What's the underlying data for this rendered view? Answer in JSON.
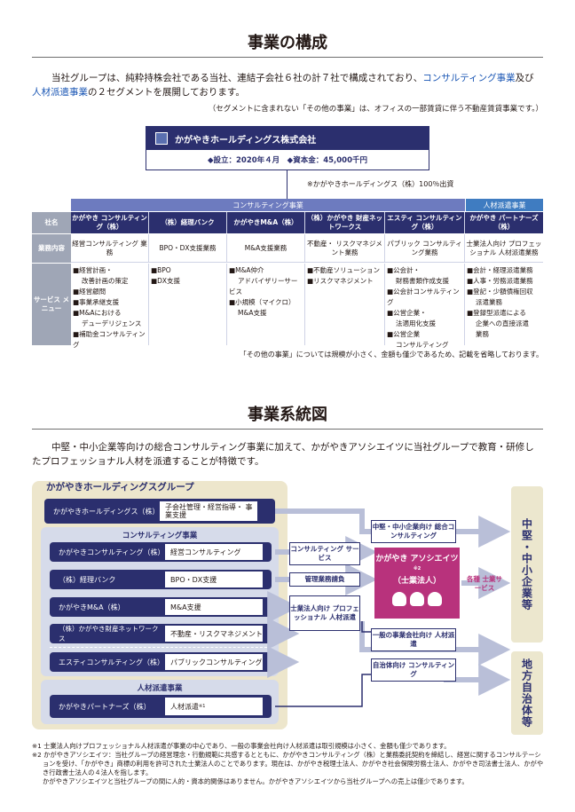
{
  "section1": {
    "title": "事業の構成",
    "intro_p1": "当社グループは、純粋持株会社である当社、連結子会社６社の計７社で構成されており、",
    "intro_hl1": "コンサルティング事業",
    "intro_mid": "及び",
    "intro_hl2": "人材派遣事業",
    "intro_end": "の２セグメントを展開しております。",
    "intro_note": "（セグメントに含まれない「その他の事業」は、オフィスの一部賃貸に伴う不動産賃貸事業です。）",
    "holding_name": "かがやきホールディングス株式会社",
    "holding_info": "◆設立：2020年４月　◆資本金：45,000千円",
    "ownership_note": "※かがやきホールディングス（株）100％出資",
    "segment_consulting": "コンサルティング事業",
    "segment_staffing": "人材派遣事業",
    "label_company": "社名",
    "label_business": "業務内容",
    "label_service": "サービス メニュー",
    "companies": [
      {
        "name": "かがやき コンサルティング（株）",
        "business": "経営コンサルティング 業務",
        "services": [
          "経営計画・",
          "*改善計画の策定",
          "経営顧問",
          "事業承継支援",
          "M&Aにおける",
          "*デューデリジェンス",
          "補助金コンサルティング"
        ]
      },
      {
        "name": "（株）経理バンク",
        "business": "BPO・DX支援業務",
        "services": [
          "BPO",
          "DX支援"
        ]
      },
      {
        "name": "かがやきM&A（株）",
        "business": "M&A支援業務",
        "services": [
          "M&A仲介",
          "*アドバイザリーサービス",
          "小規模（マイクロ）",
          "*M&A支援"
        ]
      },
      {
        "name": "（株）かがやき 財産ネットワークス",
        "business": "不動産・ リスクマネジメント業務",
        "services": [
          "不動産ソリューション",
          "リスクマネジメント"
        ]
      },
      {
        "name": "エスティ コンサルティング（株）",
        "business": "パブリック コンサルティング業務",
        "services": [
          "公会計・",
          "*財務書類作成支援",
          "公会計コンサルティング",
          "公営企業・",
          "*法適用化支援",
          "公営企業",
          "*コンサルティング"
        ]
      },
      {
        "name": "かがやき パートナーズ（株）",
        "business": "士業法人向け プロフェッショナル 人材派遣業務",
        "services": [
          "会計・経理派遣業務",
          "人事・労務派遣業務",
          "登記・少額債権回収",
          "*派遣業務",
          "登録型派遣による",
          "*企業への直接派遣",
          "*業務"
        ]
      }
    ],
    "table_note": "「その他の事業」については規模が小さく、金額も僅少であるため、記載を省略しております。"
  },
  "section2": {
    "title": "事業系統図",
    "intro": "中堅・中小企業等向けの総合コンサルティング事業に加えて、かがやきアソシエイツに当社グループで教育・研修したプロフェッショナル人材を派遣することが特徴です。",
    "group_title": "かがやきホールディングスグループ",
    "holding": {
      "name": "かがやきホールディングス（株）",
      "desc": "子会社管理・経営指導・ 事業支援"
    },
    "consulting_title": "コンサルティング事業",
    "consulting_cos": [
      {
        "name": "かがやきコンサルティング（株）",
        "desc": "経営コンサルティング"
      },
      {
        "name": "（株）経理バンク",
        "desc": "BPO・DX支援"
      },
      {
        "name": "かがやきM&A（株）",
        "desc": "M&A支援"
      },
      {
        "name": "（株）かがやき財産ネットワークス",
        "desc": "不動産・リスクマネジメント"
      },
      {
        "name": "エスティコンサルティング（株）",
        "desc": "パブリックコンサルティング"
      }
    ],
    "staffing_title": "人材派遣事業",
    "staffing_co": {
      "name": "かがやきパートナーズ（株）",
      "desc": "人材派遣",
      "sup": "※1"
    },
    "flows": {
      "sme_consulting": "中堅・中小企業向け 総合コンサルティング",
      "consulting_service": "コンサルティング サービス",
      "mgmt_fee": "管理業務請負",
      "pro_staffing": "士業法人向け プロフェッショナル 人材派遣",
      "general_staffing": "一般の事業会社向け 人材派遣",
      "municipal_consulting": "自治体向け コンサルティング",
      "various_services": "各種 士業サービス"
    },
    "associates": {
      "name": "かがやき アソシエイツ",
      "sup": "※2",
      "sub": "（士業法人）"
    },
    "target_sme": "中堅・中小企業等",
    "target_local": "地方自治体等",
    "footnotes": [
      "※1 士業法人向けプロフェッショナル人材派遣が事業の中心であり、一般の事業会社向け人材派遣は取引規模は小さく、金額も僅少であります。",
      "※2 かがやきアソシエイツ：当社グループの経営理念・行動規範に共感するとともに、かがやきコンサルティング（株）と業務委託契約を締結し、経営に関するコンサルテーションを受け、「かがやき」商標の利用を許可された士業法人のことであります。現在は、かがやき税理士法人、かがやき社会保険労務士法人、かがやき司法書士法人、かがやき行政書士法人の４法人を指します。",
      "かがやきアソシエイツと当社グループの間に人的・資本的関係はありません。かがやきアソシエイツから当社グループへの売上は僅少であります。"
    ]
  },
  "colors": {
    "navy": "#2b2f6e",
    "consulting_band": "#6d7bbf",
    "staffing_band": "#3f7cc1",
    "beige": "#ede6cc",
    "magenta": "#b8327c"
  }
}
